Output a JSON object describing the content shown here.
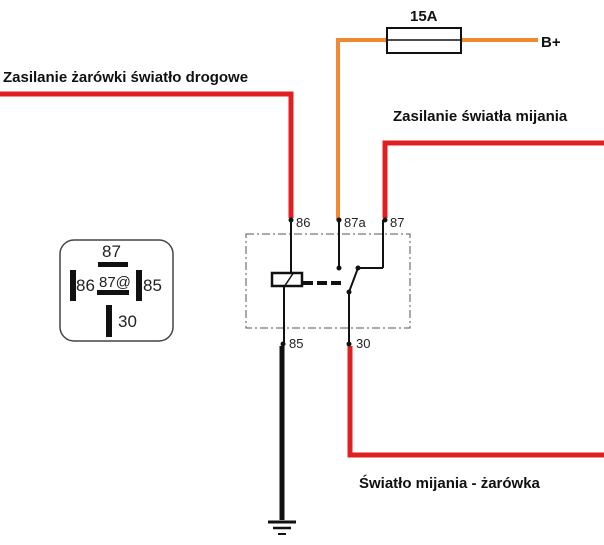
{
  "labels": {
    "fuse_rating": "15A",
    "battery": "B+",
    "high_beam_supply": "Zasilanie żarówki światło drogowe",
    "low_beam_supply": "Zasilanie światła mijania",
    "low_beam_bulb": "Światło mijania - żarówka"
  },
  "relay_pins": {
    "p86": "86",
    "p87a": "87a",
    "p87": "87",
    "p85": "85",
    "p30": "30"
  },
  "socket_pins": {
    "p87": "87",
    "p86": "86",
    "p87a": "87@",
    "p85": "85",
    "p30": "30"
  },
  "colors": {
    "supply_wire": "#e02020",
    "fused_wire": "#f08a30",
    "ground_wire": "#111111"
  }
}
